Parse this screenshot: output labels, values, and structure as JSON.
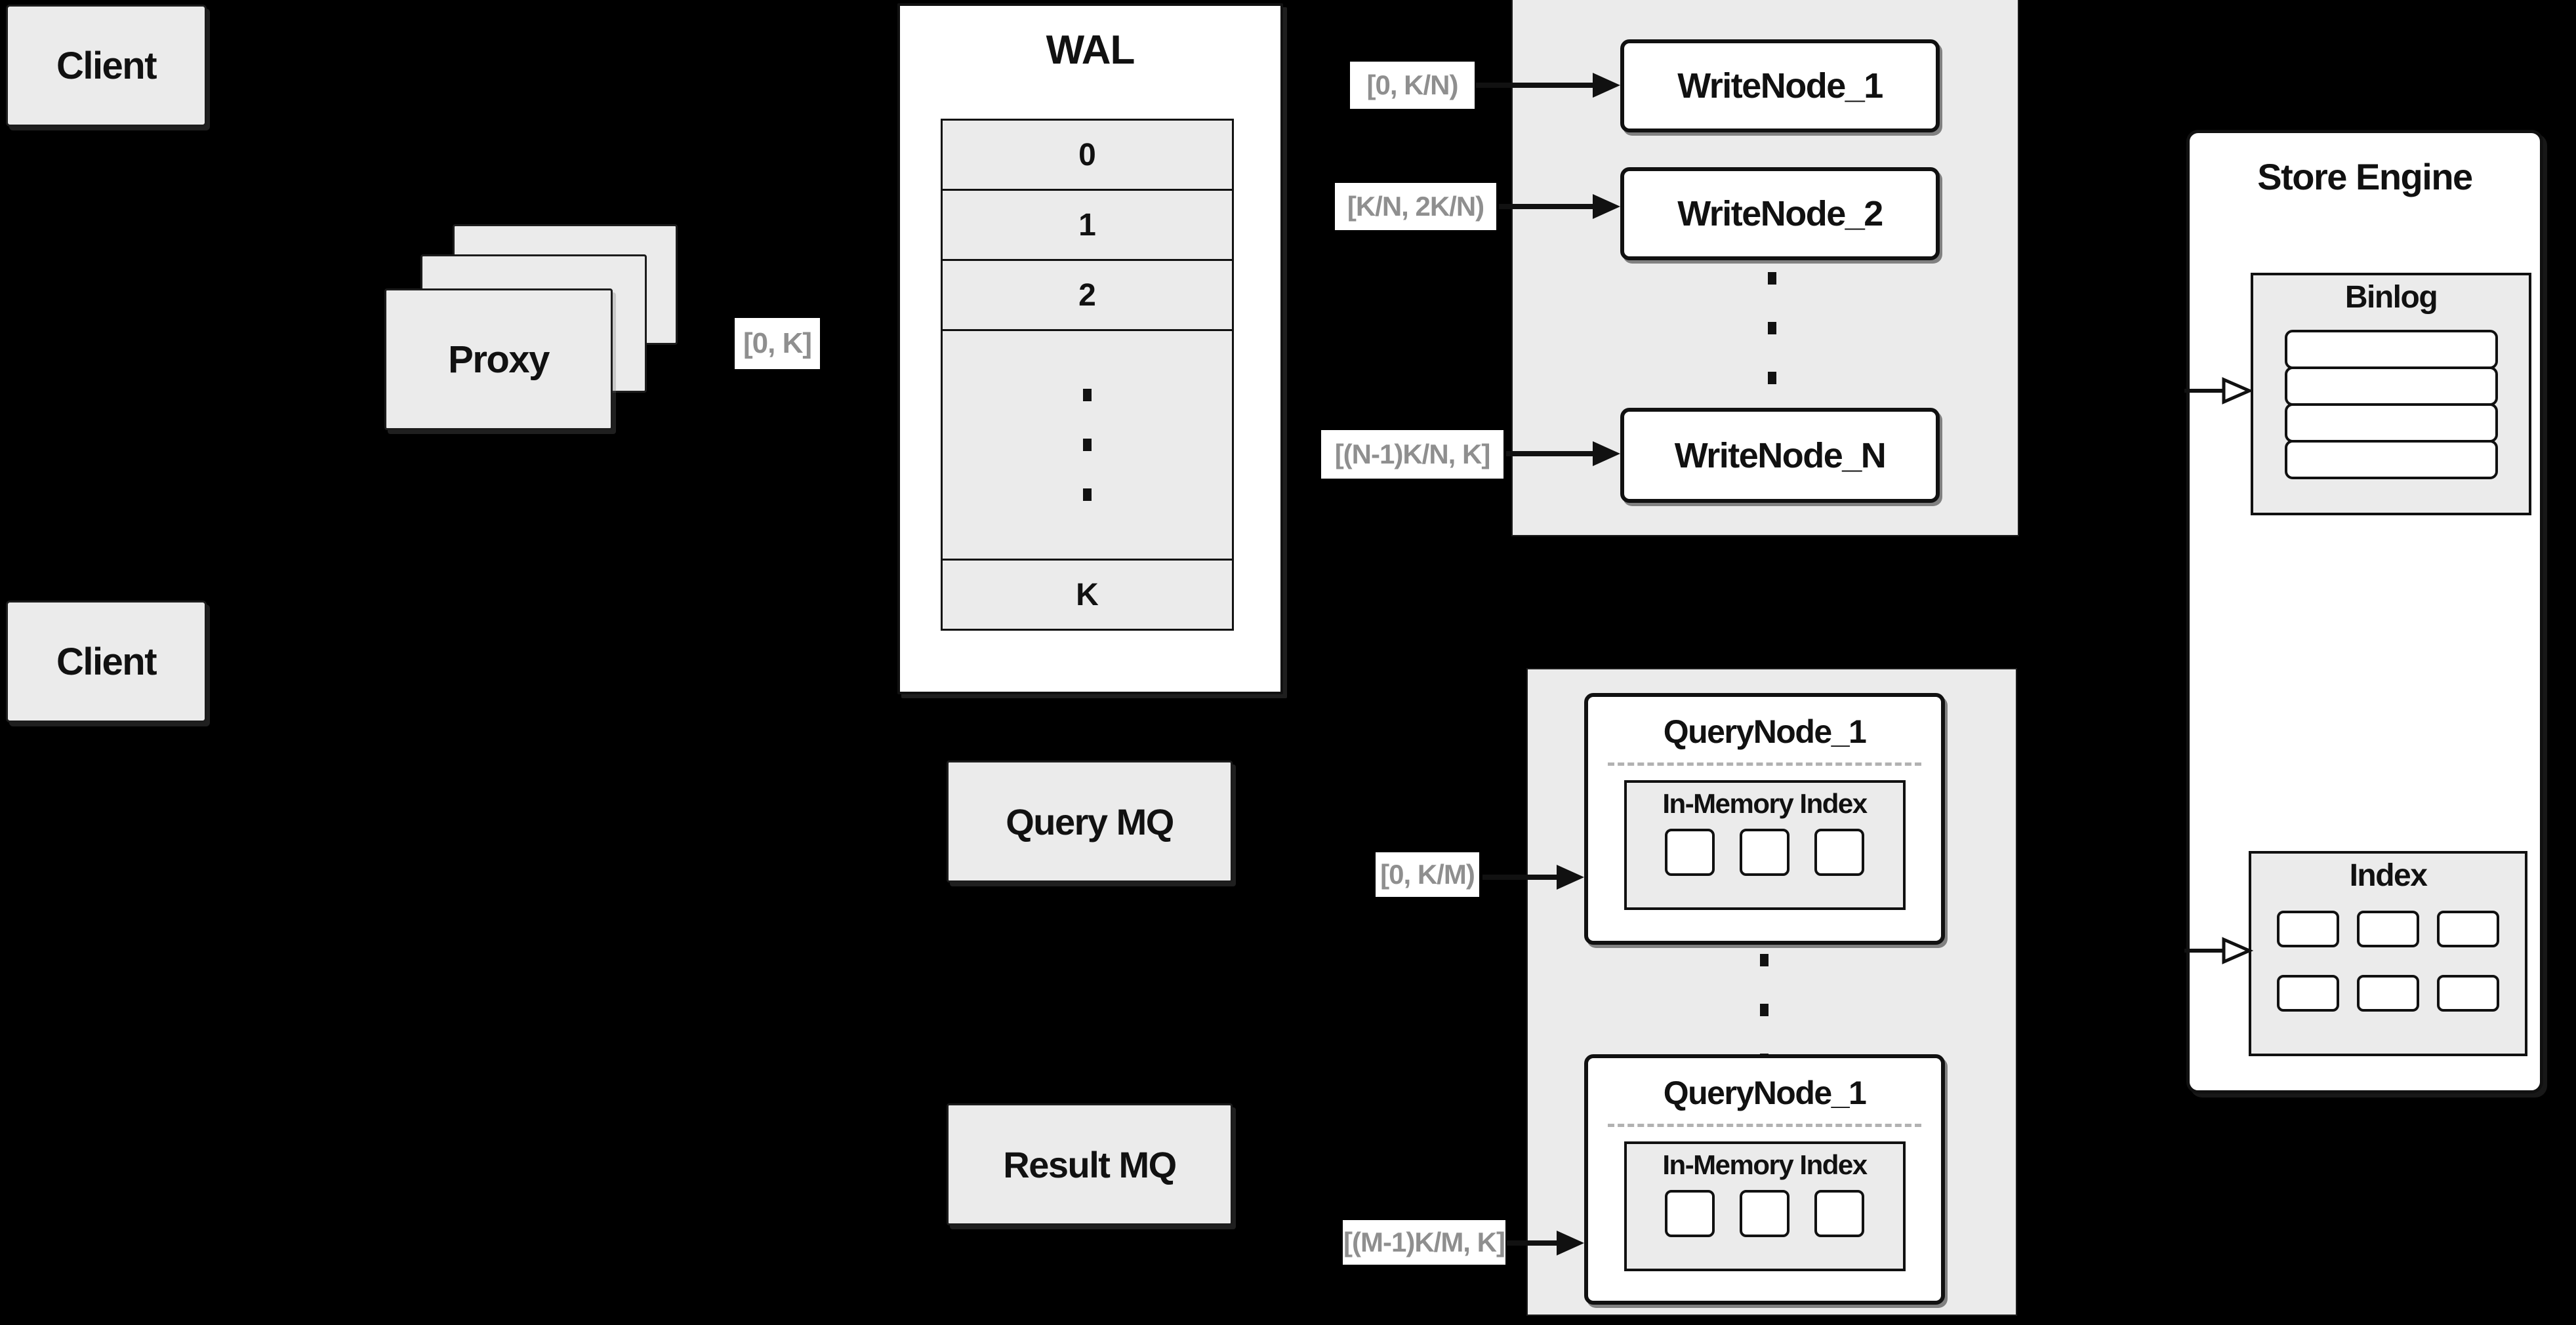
{
  "palette": {
    "background": "#000000",
    "box_fill": "#ebebeb",
    "node_fill": "#ffffff",
    "line": "#111111",
    "range_label_text": "#8f8f8f",
    "dashed_divider": "#b2b2b2"
  },
  "icons": {
    "solid_arrow": "filled right triangle arrow",
    "hollow_arrow": "open right triangle arrow",
    "vertical_ellipsis": "three stacked square dots"
  },
  "clients": {
    "top": "Client",
    "bottom": "Client"
  },
  "proxy": {
    "label": "Proxy",
    "range_label": "[0, K]"
  },
  "wal": {
    "title": "WAL",
    "segments": [
      "0",
      "1",
      "2"
    ],
    "last_segment": "K"
  },
  "write_nodes": {
    "node1": {
      "label": "WriteNode_1",
      "range": "[0,  K/N)"
    },
    "node2": {
      "label": "WriteNode_2",
      "range": "[K/N, 2K/N)"
    },
    "nodeN": {
      "label": "WriteNode_N",
      "range": "[(N-1)K/N,  K]"
    }
  },
  "mq": {
    "query": "Query MQ",
    "result": "Result MQ"
  },
  "query_nodes": {
    "node1": {
      "title": "QueryNode_1",
      "inner_title": "In-Memory Index",
      "range": "[0, K/M)"
    },
    "node2": {
      "title": "QueryNode_1",
      "inner_title": "In-Memory Index",
      "range": "[(M-1)K/M, K]"
    }
  },
  "store_engine": {
    "title": "Store Engine",
    "binlog_title": "Binlog",
    "index_title": "Index"
  }
}
